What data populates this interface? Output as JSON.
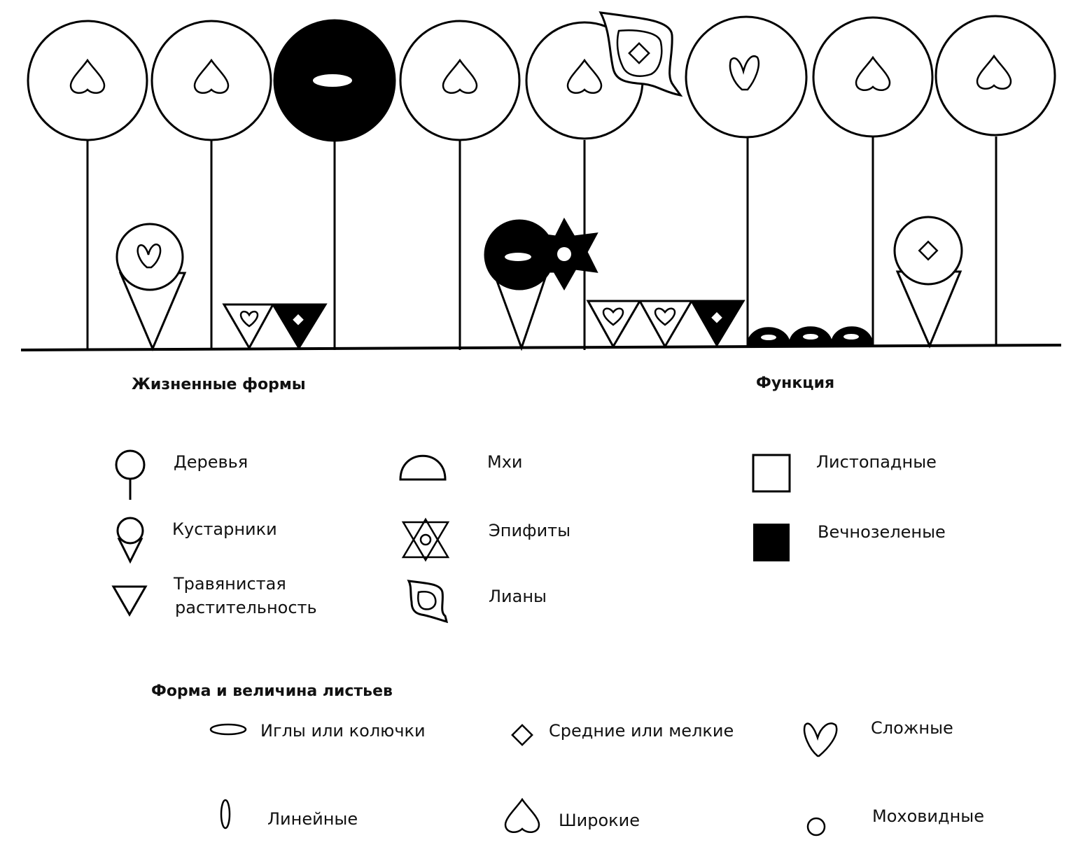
{
  "headings": {
    "life_forms": "Жизненные формы",
    "function": "Функция",
    "leaf_shape": "Форма и величина листьев"
  },
  "legend_life_forms": {
    "trees": "Деревья",
    "shrubs": "Кустарники",
    "herb_line1": "Травянистая",
    "herb_line2": "растительность",
    "mosses": "Мхи",
    "epiphytes": "Эпифиты",
    "lianas": "Лианы"
  },
  "legend_function": {
    "deciduous": "Листопадные",
    "evergreen": "Вечнозеленые"
  },
  "legend_leaves": {
    "needles": "Иглы или колючки",
    "medium_small": "Средние или мелкие",
    "compound": "Сложные",
    "linear": "Линейные",
    "broad": "Широкие",
    "mosslike": "Моховидные"
  },
  "colors": {
    "ink": "#000000",
    "paper": "#ffffff"
  }
}
